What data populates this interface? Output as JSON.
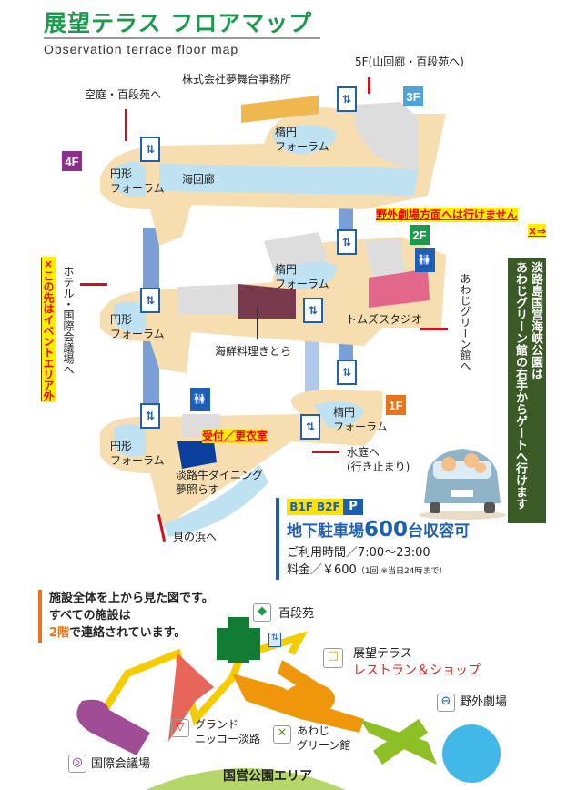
{
  "header": {
    "title": "展望テラス フロアマップ",
    "subtitle": "Observation terrace floor map"
  },
  "floors": {
    "f4": "4F",
    "f3": "3F",
    "f2": "2F",
    "f1": "1F"
  },
  "labels": {
    "to_5f": "5F(山回廊・百段苑へ)",
    "office": "株式会社夢舞台事務所",
    "to_sky_garden": "空庭・百段苑へ",
    "f4_oval_forum": [
      "楕円",
      "フォーラム"
    ],
    "f4_circle_forum": [
      "円形",
      "フォーラム"
    ],
    "sea_corridor": "海回廊",
    "f2_oval_forum": [
      "楕円",
      "フォーラム"
    ],
    "f2_circle_forum": [
      "円形",
      "フォーラム"
    ],
    "toms_studio": "トムズスタジオ",
    "kitora": "海鮮料理きとら",
    "to_hotel": "ホテル・国際会議場へ",
    "to_green_hall": "あわじグリーン館へ",
    "f1_oval_forum": [
      "楕円",
      "フォーラム"
    ],
    "f1_circle_forum": [
      "円形",
      "フォーラム"
    ],
    "reception": "受付／更衣室",
    "to_water_garden": [
      "水庭へ",
      "(行き止まり)"
    ],
    "dining": [
      "淡路牛ダイニング",
      "夢照らす"
    ],
    "to_shell_beach": "貝の浜へ"
  },
  "warnings": {
    "no_outdoor_theater": "野外劇場方面へは行けません",
    "no_outdoor_arrow": "×⇒",
    "outside_event_area": "×この先はイベントエリア外"
  },
  "park_notice": [
    "淡路島国営海峡公園は",
    "あわじグリーン館の右手からゲートへ行けます"
  ],
  "parking": {
    "b1": "B1F",
    "b2": "B2F",
    "p": "P",
    "headline_a": "地下駐車場",
    "headline_num": "600",
    "headline_b": "台収容可",
    "hours": "ご利用時間／7:00〜23:00",
    "fee": "料金／￥600",
    "fee_note": "（1回 ※当日24時まで）"
  },
  "overview": {
    "intro": [
      "施設全体を上から見た図です。",
      "すべての施設は"
    ],
    "intro_hl": "2階",
    "intro_end": "で連絡されています。",
    "hyakudanen": "百段苑",
    "terrace": "展望テラス",
    "terrace_sub": "レストラン＆ショップ",
    "outdoor_theater": "野外劇場",
    "grand_nikko": [
      "グランド",
      "ニッコー淡路"
    ],
    "green_hall": [
      "あわじ",
      "グリーン館"
    ],
    "conference": "国際会議場",
    "national_park": "国営公園エリア"
  },
  "colors": {
    "green": "#1a9a4a",
    "f4": "#8c2e8c",
    "f3": "#4da3dc",
    "f2": "#1a9a4a",
    "f1": "#e8731a",
    "blue": "#1e5fb0"
  }
}
